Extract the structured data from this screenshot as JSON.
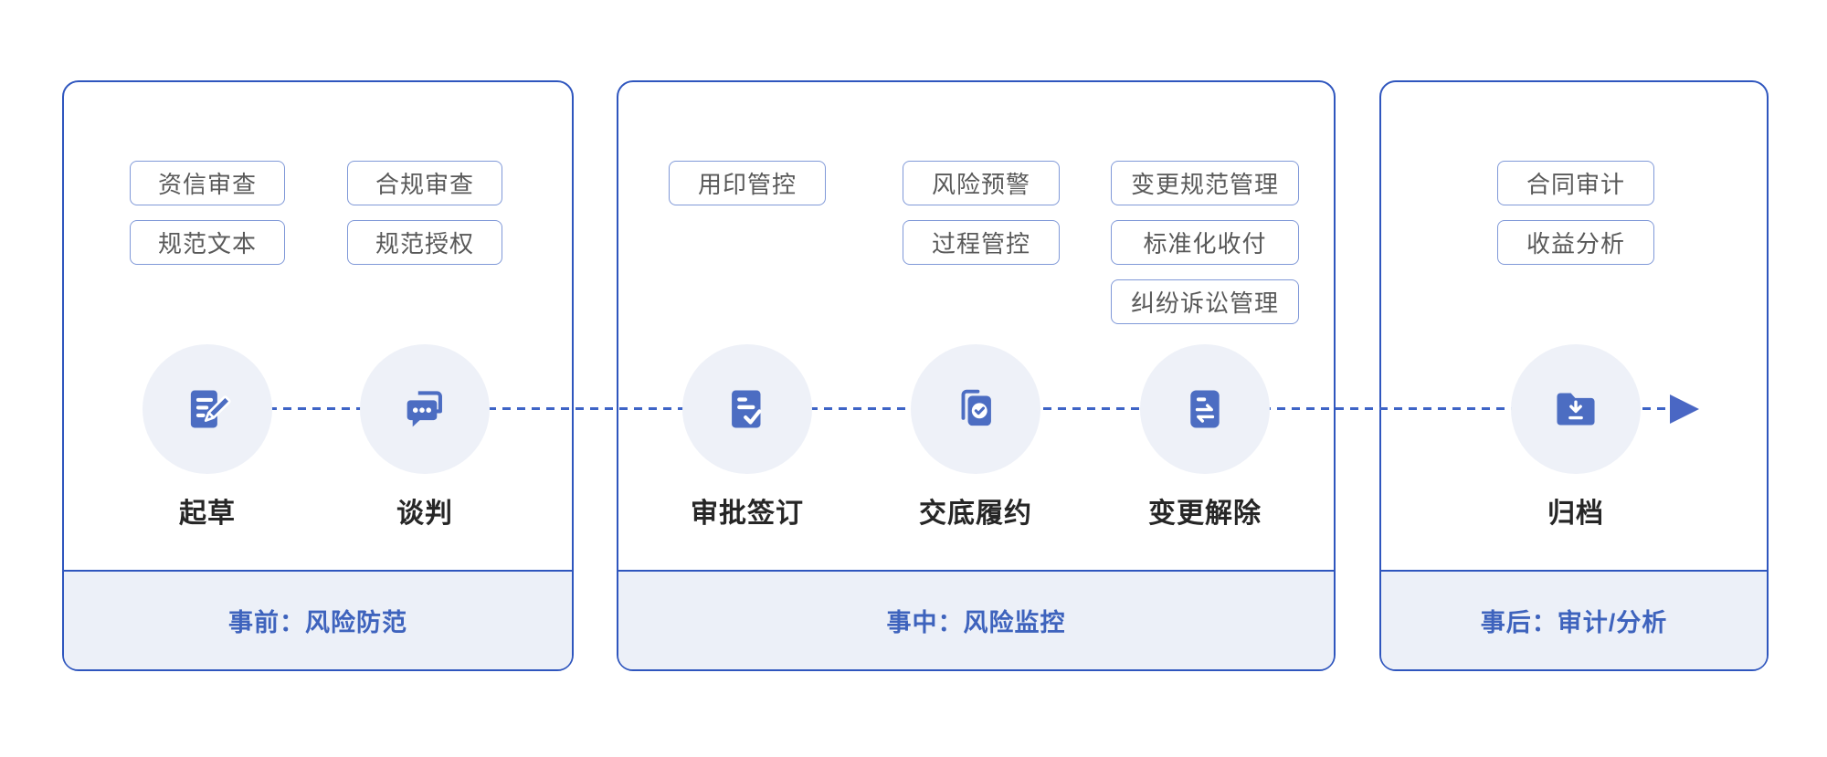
{
  "colors": {
    "canvas_bg": "#FFFFFF",
    "panel_border": "#2F56BE",
    "dash_line": "#3E64C6",
    "arrow": "#4A67C4",
    "icon_blue": "#4C6DC2",
    "circle_bg": "#EEF1F8",
    "footer_bg": "#ECF0F8",
    "footer_text": "#3E63BD",
    "tag_bg": "#FFFFFF",
    "tag_border": "#8099D8",
    "tag_text": "#595959",
    "step_label_text": "#262626"
  },
  "phases": [
    {
      "footer_label": "事前：风险防范",
      "tags": [
        "资信审查",
        "合规审查",
        "规范文本",
        "规范授权"
      ],
      "steps": [
        {
          "label": "起草",
          "icon": "document-pencil-icon"
        },
        {
          "label": "谈判",
          "icon": "chat-bubbles-icon"
        }
      ]
    },
    {
      "footer_label": "事中：风险监控",
      "tags": [
        "用印管控",
        "风险预警",
        "过程管控",
        "变更规范管理",
        "标准化收付",
        "纠纷诉讼管理"
      ],
      "steps": [
        {
          "label": "审批签订",
          "icon": "document-check-icon"
        },
        {
          "label": "交底履约",
          "icon": "document-seal-icon"
        },
        {
          "label": "变更解除",
          "icon": "document-swap-icon"
        }
      ]
    },
    {
      "footer_label": "事后：审计/分析",
      "tags": [
        "合同审计",
        "收益分析"
      ],
      "steps": [
        {
          "label": "归档",
          "icon": "folder-download-icon"
        }
      ]
    }
  ]
}
